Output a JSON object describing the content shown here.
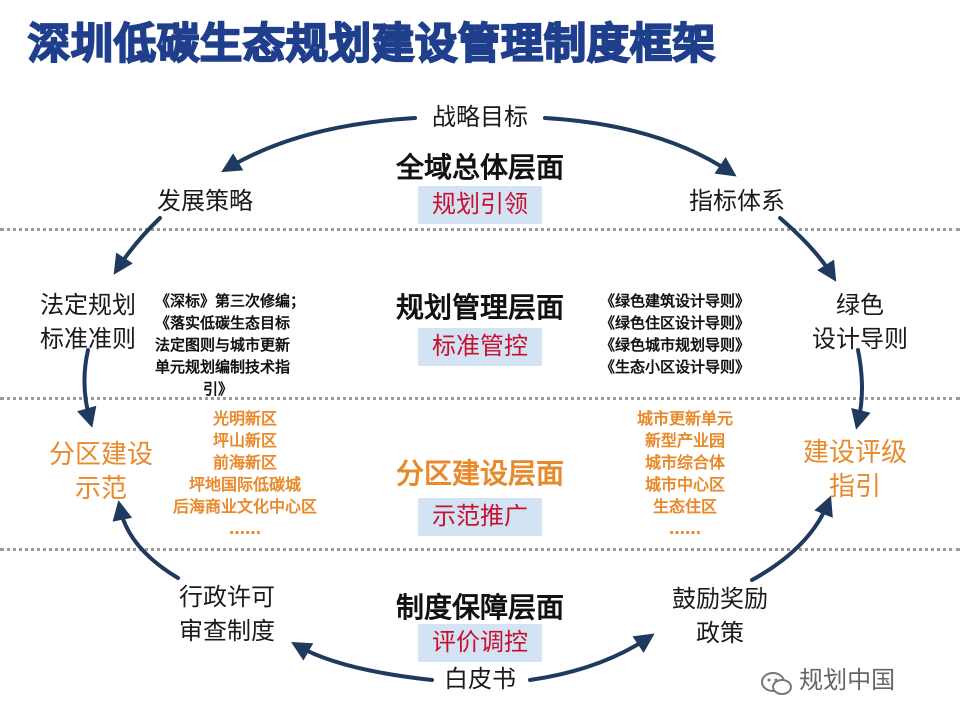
{
  "title": "深圳低碳生态规划建设管理制度框架",
  "cycle_nodes": {
    "strategic_goals": "战略目标",
    "development_strategy": "发展策略",
    "indicator_system": "指标体系",
    "statutory_plan_line1": "法定规划",
    "statutory_plan_line2": "标准准则",
    "green_guide_line1": "绿色",
    "green_guide_line2": "设计导则",
    "district_demo_line1": "分区建设",
    "district_demo_line2": "示范",
    "rating_guide_line1": "建设评级",
    "rating_guide_line2": "指引",
    "admin_permit_line1": "行政许可",
    "admin_permit_line2": "审查制度",
    "incentive_line1": "鼓励奖励",
    "incentive_line2": "政策",
    "white_paper": "白皮书"
  },
  "layers": [
    {
      "name": "全域总体层面",
      "box": "规划引领"
    },
    {
      "name": "规划管理层面",
      "box": "标准管控"
    },
    {
      "name": "分区建设层面",
      "box": "示范推广"
    },
    {
      "name": "制度保障层面",
      "box": "评价调控"
    }
  ],
  "left_notes": [
    "《深标》第三次修编；",
    "《落实低碳生态目标",
    "法定图则与城市更新",
    "单元规划编制技术指",
    "引》"
  ],
  "right_notes": [
    "《绿色建筑设计导则》",
    "《绿色住区设计导则》",
    "《绿色城市规划导则》",
    "《生态小区设计导则》"
  ],
  "left_districts": [
    "光明新区",
    "坪山新区",
    "前海新区",
    "坪地国际低碳城",
    "后海商业文化中心区",
    "……"
  ],
  "right_districts": [
    "城市更新单元",
    "新型产业园",
    "城市综合体",
    "城市中心区",
    "生态住区",
    "……"
  ],
  "watermark": "规划中国",
  "colors": {
    "arrow": "#1f3a5f",
    "orange": "#e8892b",
    "box_bg": "#d3e3f4",
    "box_text": "#c8102e",
    "title_fill": "#5aa0e6"
  }
}
